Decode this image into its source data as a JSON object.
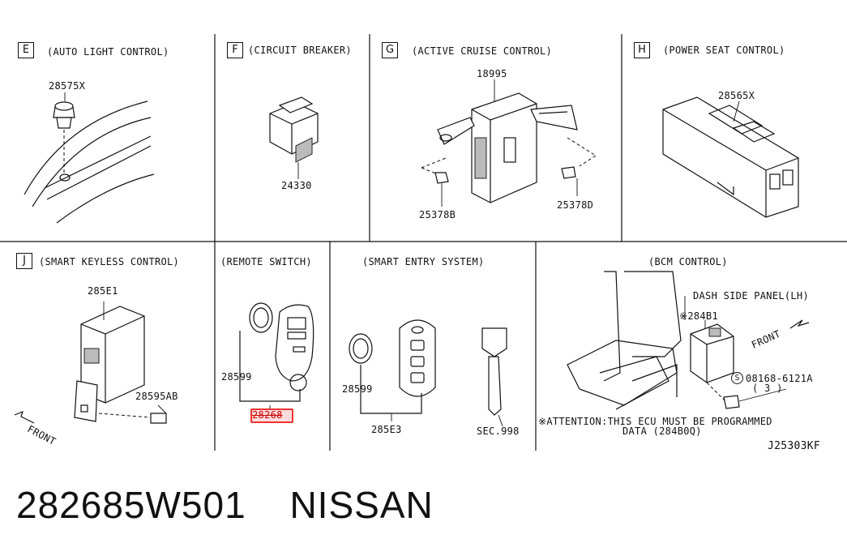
{
  "panels": {
    "E": {
      "letter": "E",
      "title": "(AUTO LIGHT CONTROL)",
      "parts": [
        "28575X"
      ]
    },
    "F": {
      "letter": "F",
      "title": "(CIRCUIT BREAKER)",
      "parts": [
        "24330"
      ]
    },
    "G": {
      "letter": "G",
      "title": "(ACTIVE CRUISE CONTROL)",
      "parts": [
        "18995",
        "25378B",
        "25378D"
      ]
    },
    "H": {
      "letter": "H",
      "title": "(POWER SEAT CONTROL)",
      "parts": [
        "28565X"
      ]
    },
    "J": {
      "letter": "J",
      "title": "(SMART KEYLESS CONTROL)",
      "parts": [
        "285E1",
        "28595AB"
      ],
      "front": "FRONT"
    },
    "remote": {
      "title": "(REMOTE SWITCH)",
      "parts": [
        "28599",
        "28268"
      ]
    },
    "smart_entry": {
      "title": "(SMART ENTRY SYSTEM)",
      "parts": [
        "28599",
        "285E3",
        "SEC.998"
      ]
    },
    "bcm": {
      "title": "(BCM CONTROL)",
      "dash": "DASH SIDE PANEL(LH)",
      "part": "※284B1",
      "bolt": "08168-6121A",
      "bolt_qty": "( 3 )",
      "bolt_symbol": "S",
      "front": "FRONT",
      "attention_1": "※ATTENTION:THIS ECU MUST BE PROGRAMMED",
      "attention_2": "DATA (284B0Q)"
    }
  },
  "diagram_code": "J25303KF",
  "footer": {
    "part_number": "282685W501",
    "brand": "NISSAN"
  }
}
